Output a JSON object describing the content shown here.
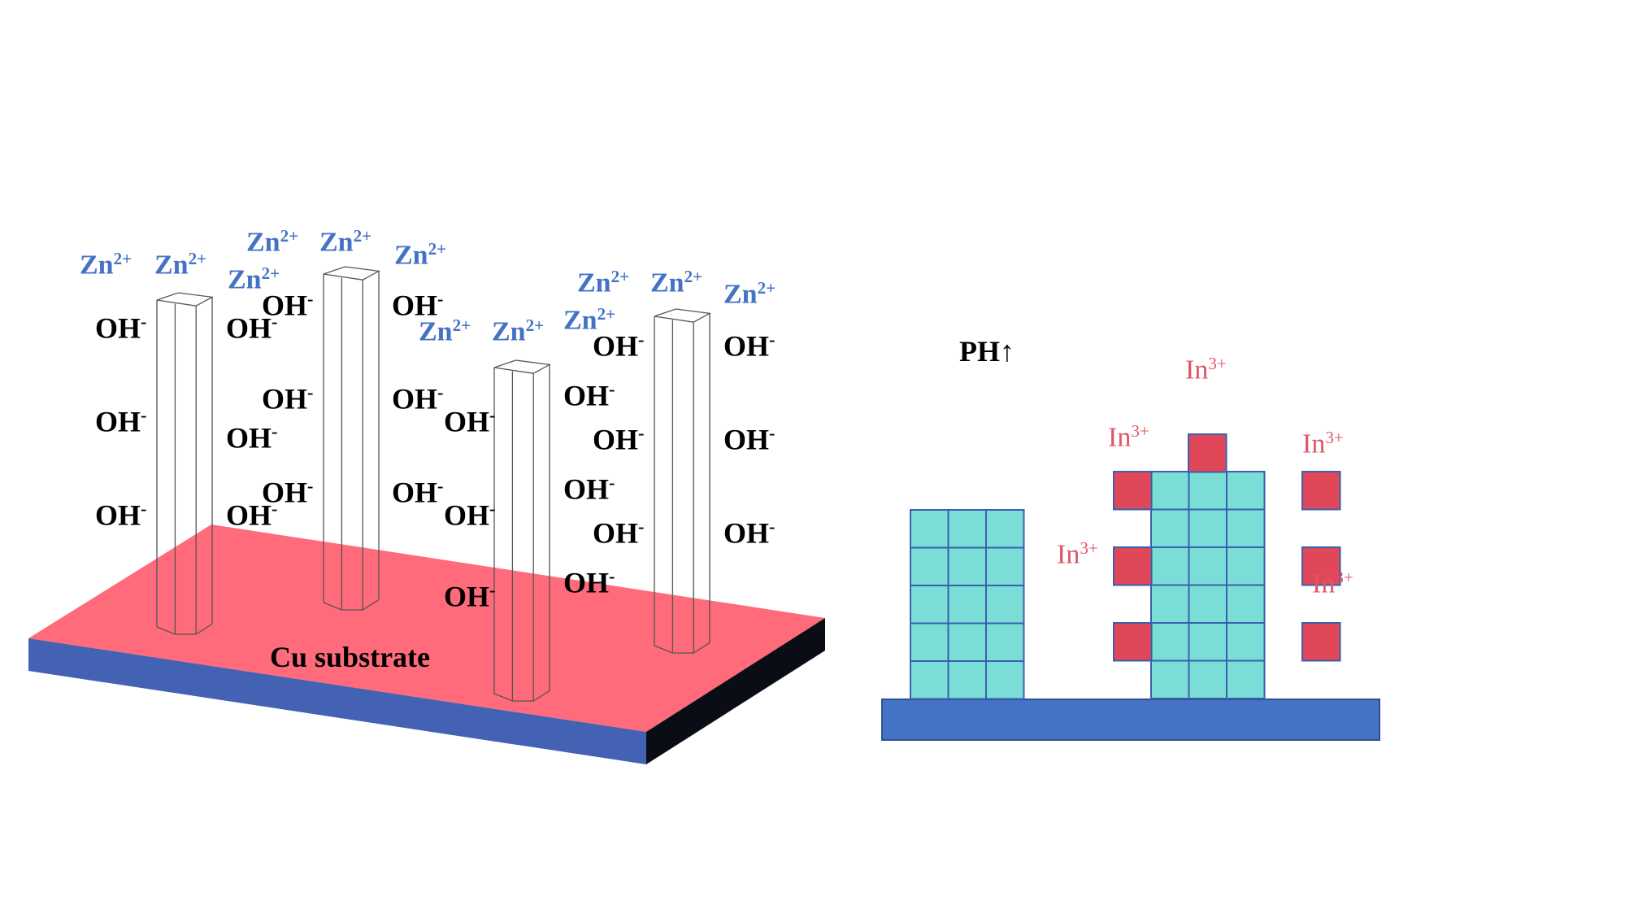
{
  "labels": {
    "substrate": "Cu substrate",
    "ph": "PH↑",
    "zn": {
      "base": "Zn",
      "charge": "2+"
    },
    "oh": {
      "base": "OH",
      "charge": "-"
    },
    "in": {
      "base": "In",
      "charge": "3+"
    }
  },
  "colors": {
    "substrate_top": "#FF6B7A",
    "substrate_front": "#4462B4",
    "substrate_side": "#0A0D16",
    "base_plate": "#4472C4",
    "crystal_cell": "#7ADDD6",
    "crystal_border": "#3A5FB0",
    "indium_cell": "#E0485A",
    "zn_text": "#4472C4",
    "in_text": "#E05565"
  }
}
